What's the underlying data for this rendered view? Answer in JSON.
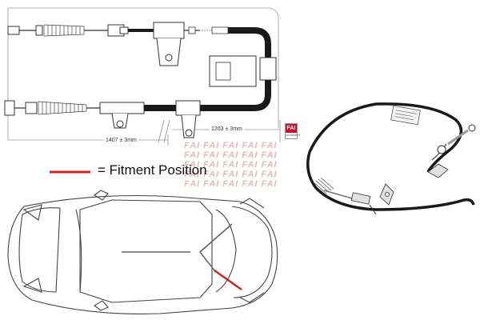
{
  "dimensions": {
    "upper_length": "1203 ± 3mm",
    "lower_length": "1407 ± 3mm"
  },
  "legend": {
    "text": "= Fitment Position",
    "indicator_color": "#d62020"
  },
  "brand": {
    "logo_text": "FAI",
    "logo_subtext": "AUTOPARTS",
    "watermark_text": "FAI",
    "accent_color": "#c8102e"
  },
  "cable": {
    "sheath_color": "#1a1a1a",
    "highlight_color": "#d62020"
  }
}
